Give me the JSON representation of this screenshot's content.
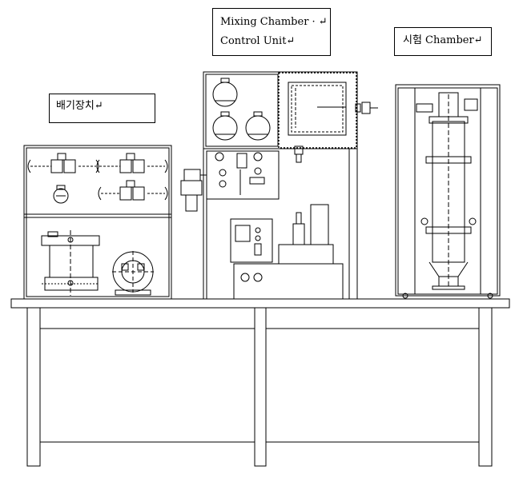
{
  "labels": {
    "exhaust": "배기장치↵",
    "mixing_line1": "Mixing Chamber ·  ↵",
    "mixing_line2": "Control Unit↵",
    "test": "시험 Chamber↵"
  }
}
